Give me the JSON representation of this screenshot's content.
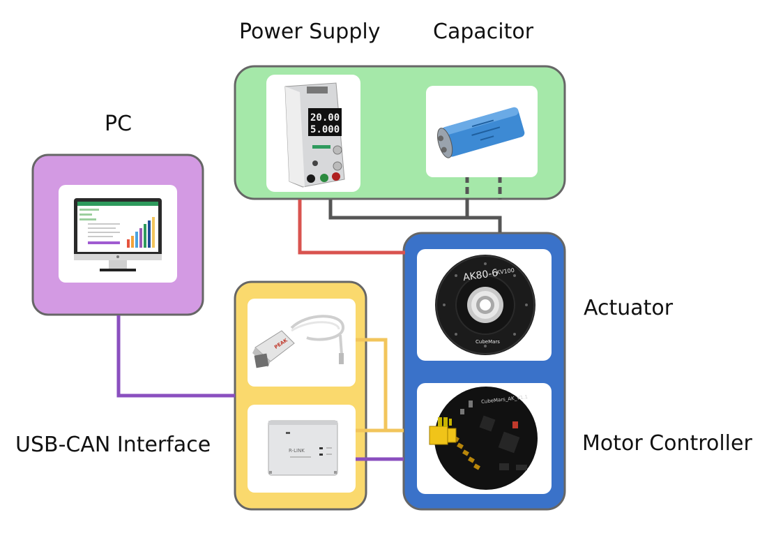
{
  "labels": {
    "pc": "PC",
    "power_supply": "Power Supply",
    "capacitor": "Capacitor",
    "actuator": "Actuator",
    "motor_controller": "Motor Controller",
    "usb_can_interface": "USB-CAN Interface"
  },
  "device_text": {
    "psu_voltage": "20.00",
    "psu_current": "5.000",
    "actuator_model": "AK80-6",
    "actuator_kv": "KV100",
    "actuator_brand": "CubeMars",
    "controller_brand": "CubeMars_AK_V1.1",
    "rlink_title": "R-LINK",
    "usb_adapter_brand": "PEAK"
  },
  "colors": {
    "power_group": "#a5e8a9",
    "pc_group": "#d39ae3",
    "usb_can_group": "#fad96d",
    "actuator_group": "#3a72c9",
    "wire_positive": "#d9534f",
    "wire_ground": "#555555",
    "wire_can_high": "#f2c55c",
    "wire_can_low": "#8a4fbf"
  },
  "icons": [
    "power-supply-icon",
    "capacitor-icon",
    "monitor-icon",
    "usb-can-adapter-icon",
    "r-link-icon",
    "actuator-motor-icon",
    "motor-controller-board-icon"
  ]
}
